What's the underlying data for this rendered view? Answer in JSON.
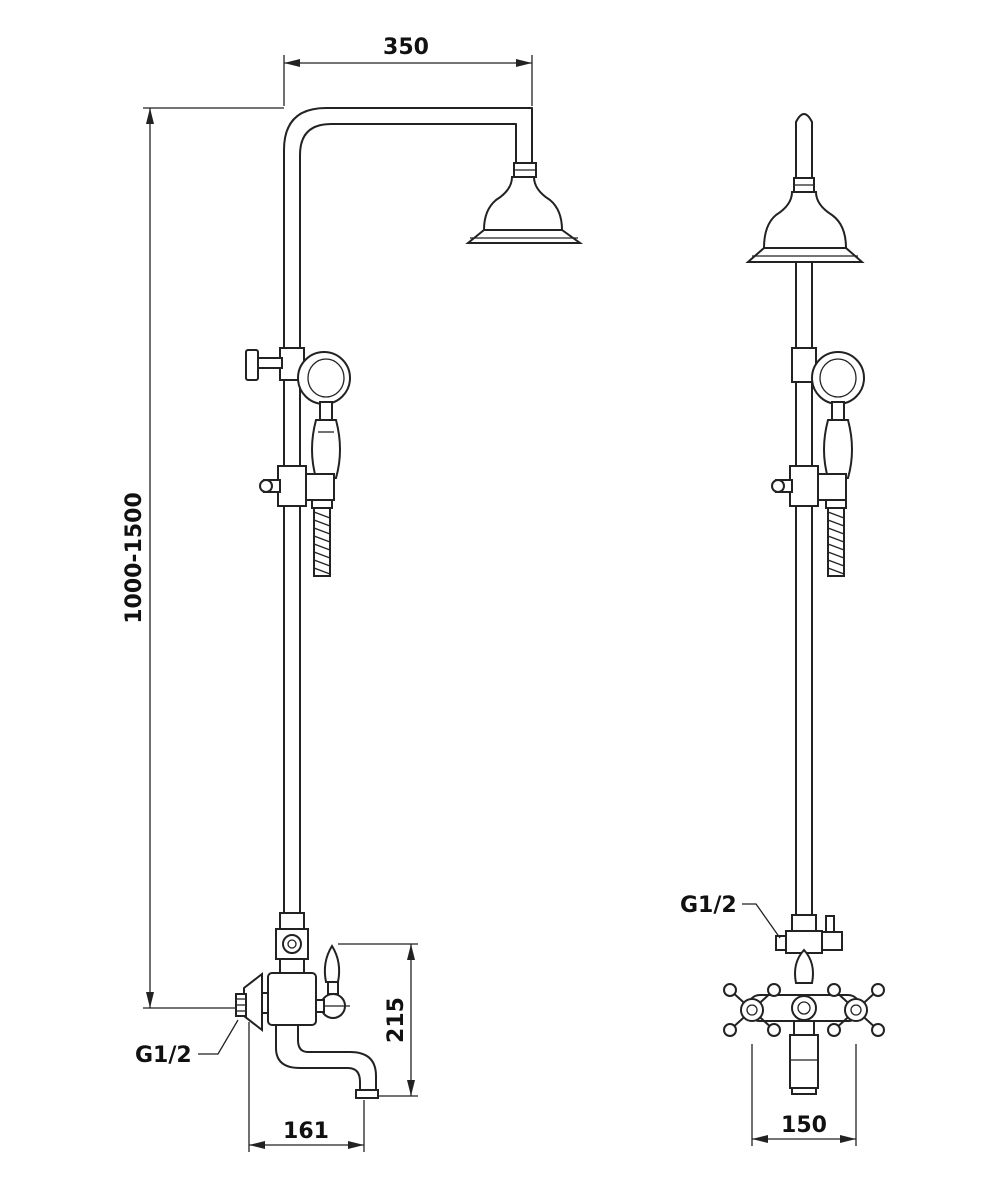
{
  "dimensions": {
    "arm_length": "350",
    "height_range": "1000-1500",
    "mixer_height": "215",
    "spout_projection": "161",
    "center_distance": "150"
  },
  "connections": {
    "left_inlet": "G1/2",
    "right_inlet": "G1/2"
  },
  "views": [
    "side-view",
    "front-view"
  ]
}
